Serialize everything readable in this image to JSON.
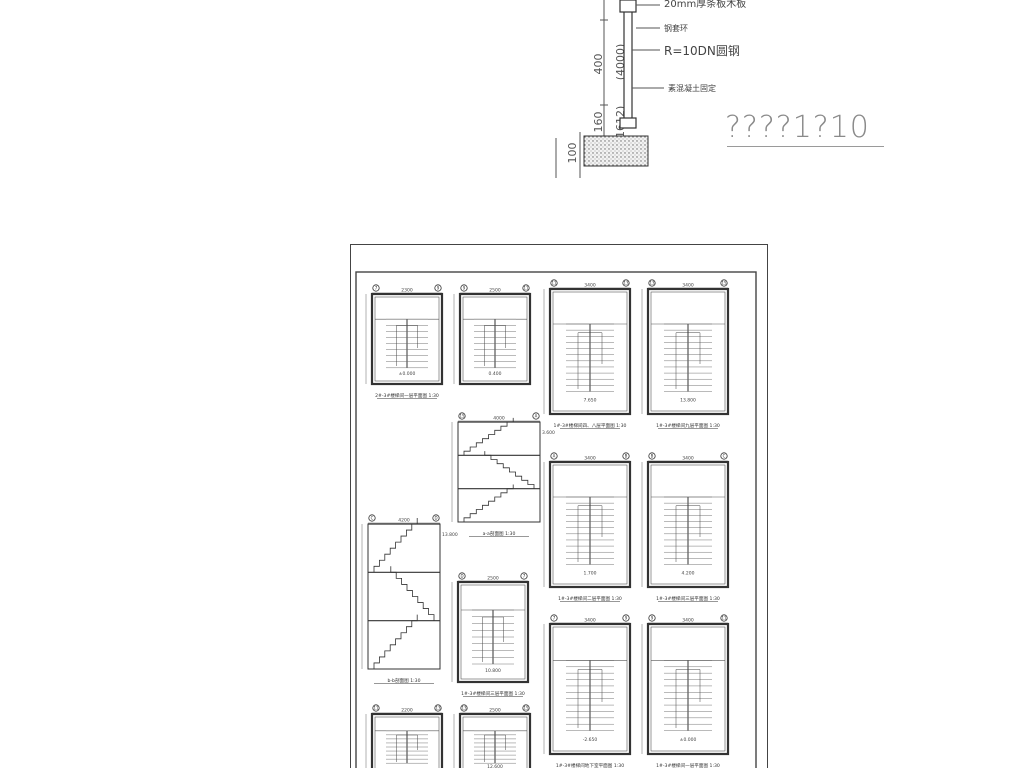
{
  "detail": {
    "label_board": "20mm厚条板木板",
    "label_ring": "钢套环",
    "label_rod": "R=10DN圆钢",
    "label_concrete": "素混凝土固定",
    "dim_400": "400",
    "dim_4000": "(4000)",
    "dim_160": "160",
    "dim_1612": "(1612)",
    "dim_100": "100"
  },
  "scale_note": "????1?10",
  "sheet": {
    "plans": [
      {
        "id": "p1",
        "caption": "2#-3#楼梯间一层平面图 1:30",
        "width_dim": "2300",
        "level": "±0.000"
      },
      {
        "id": "p2",
        "caption": "",
        "width_dim": "2500",
        "level": "0.400"
      },
      {
        "id": "p3",
        "caption": "1#-3#楼梯间四、八层平面图 1:30",
        "width_dim": "3400",
        "level": "7.650"
      },
      {
        "id": "p4",
        "caption": "1#-3#楼梯间九层平面图 1:30",
        "width_dim": "3400",
        "level": "13.800"
      },
      {
        "id": "p5",
        "caption": "a-a剖面图 1:30",
        "width_dim": "4000",
        "level": "3.600"
      },
      {
        "id": "p6",
        "caption": "1#-3#楼梯间二层平面图 1:30",
        "width_dim": "3400",
        "level": "1.700"
      },
      {
        "id": "p7",
        "caption": "1#-3#楼梯间三层平面图 1:30",
        "width_dim": "3400",
        "level": "4.200"
      },
      {
        "id": "p8",
        "caption": "b-b剖面图 1:30",
        "width_dim": "4200",
        "level": "13.800"
      },
      {
        "id": "p9",
        "caption": "1#-3#楼梯间三层平面图 1:30",
        "width_dim": "2500",
        "level": "10.800"
      },
      {
        "id": "p10",
        "caption": "1#-3#楼梯间地下室平面图 1:30",
        "width_dim": "3400",
        "level": "-2.650"
      },
      {
        "id": "p11",
        "caption": "1#-3#楼梯间一层平面图 1:30",
        "width_dim": "3400",
        "level": "±0.000"
      },
      {
        "id": "p12",
        "caption": "",
        "width_dim": "2200",
        "level": ""
      },
      {
        "id": "p13",
        "caption": "",
        "width_dim": "2500",
        "level": "12.600"
      }
    ],
    "axis_labels": [
      "7",
      "9",
      "11",
      "13",
      "15",
      "A",
      "B",
      "C",
      "D"
    ],
    "section_marks": [
      "b",
      "C-3",
      "D-3"
    ]
  },
  "colors": {
    "line": "#333333",
    "dim": "#555555",
    "hatch": "#777777"
  }
}
